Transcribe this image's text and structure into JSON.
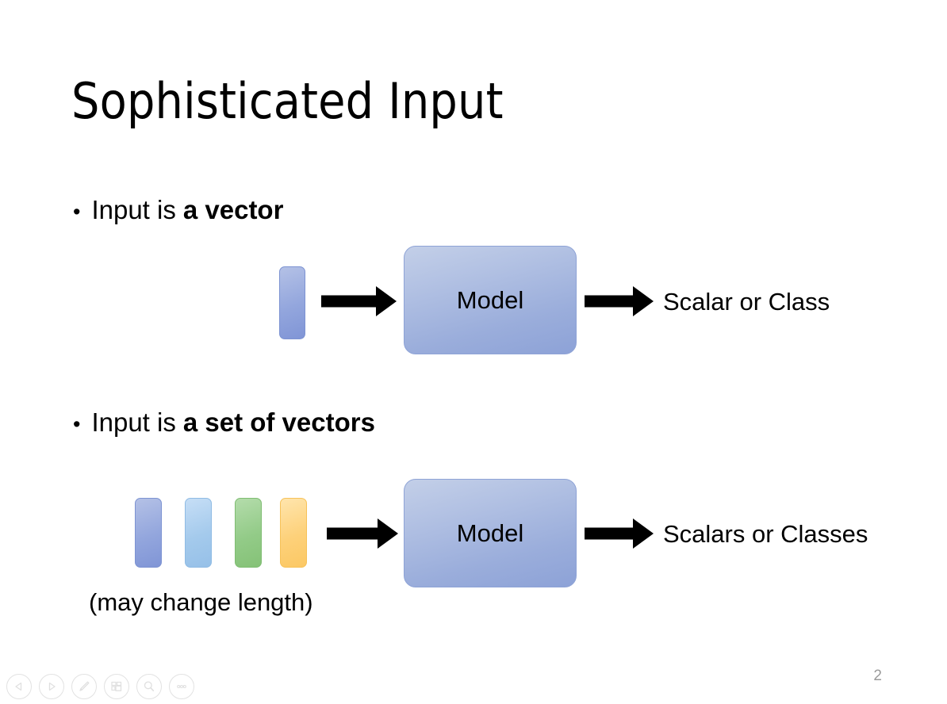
{
  "slide": {
    "title": "Sophisticated Input",
    "page_number": "2",
    "background_color": "#ffffff"
  },
  "bullets": [
    {
      "marker": "•",
      "lead": "Input is",
      "strong": "a vector"
    },
    {
      "marker": "•",
      "lead": "Input is",
      "strong": "a set of vectors"
    }
  ],
  "caption": "(may change length)",
  "diagrams": [
    {
      "id": "single-vector",
      "model_label": "Model",
      "output_label": "Scalar or Class",
      "input_bars": [
        {
          "name": "vector-bar-1",
          "color": "#93a6dd"
        }
      ]
    },
    {
      "id": "vector-set",
      "model_label": "Model",
      "output_label": "Scalars or Classes",
      "input_bars": [
        {
          "name": "vector-bar-1",
          "color": "#93a6dd"
        },
        {
          "name": "vector-bar-2",
          "color": "#a4caec"
        },
        {
          "name": "vector-bar-3",
          "color": "#93cb88"
        },
        {
          "name": "vector-bar-4",
          "color": "#fdd17a"
        }
      ]
    }
  ],
  "toolbar": {
    "items": [
      {
        "name": "previous-slide-button",
        "icon": "triangle-left-icon",
        "label": "Previous"
      },
      {
        "name": "next-slide-button",
        "icon": "triangle-right-icon",
        "label": "Next"
      },
      {
        "name": "pen-tool-button",
        "icon": "pen-icon",
        "label": "Pen"
      },
      {
        "name": "all-slides-button",
        "icon": "slides-grid-icon",
        "label": "All Slides"
      },
      {
        "name": "zoom-button",
        "icon": "magnifier-icon",
        "label": "Zoom"
      },
      {
        "name": "more-options-button",
        "icon": "ellipsis-icon",
        "label": "More options"
      }
    ]
  }
}
